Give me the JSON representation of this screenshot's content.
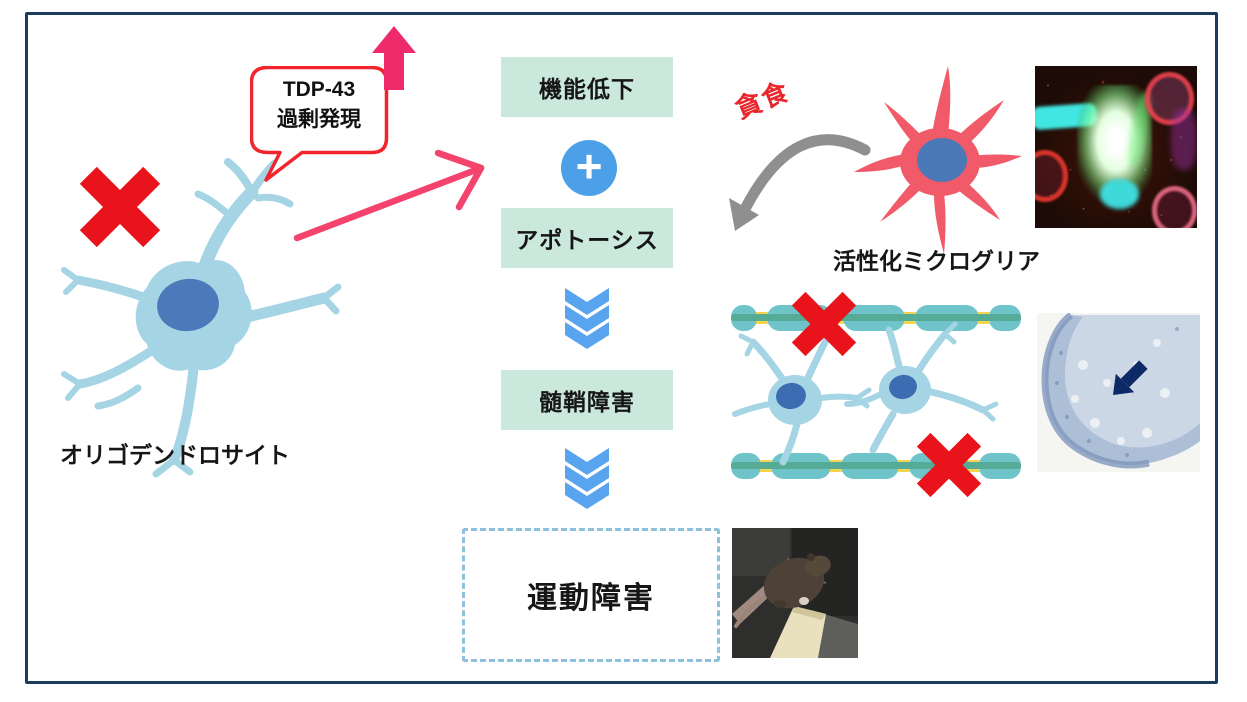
{
  "left_cell": {
    "label": "オリゴデンドロサイト",
    "bubble_line1": "TDP-43",
    "bubble_line2": "過剰発現"
  },
  "flow": {
    "box1_label": "機能低下",
    "plus_glyph": "+",
    "box2_label": "アポトーシス",
    "box3_label": "髄鞘障害",
    "box4_label": "運動障害"
  },
  "right": {
    "phagocytosis_label": "貪食",
    "microglia_label": "活性化ミクログリア"
  },
  "colors": {
    "frame_border": "#1e3a5f",
    "flow_box_bg": "#cbe8dc",
    "accent_pink": "#ee2a6b",
    "bubble_red": "#f3252c",
    "x_mark_red": "#e8131b",
    "plus_blue": "#4da0e8",
    "chevron_blue": "#58a4ee",
    "gray_arrow": "#8f8f8f",
    "cell_body_blue": "#a5d4e4",
    "nucleus_blue": "#4b79ba",
    "microglia_red": "#f15a68",
    "myelin_teal": "#6fc4c9",
    "axon_green": "#55ab96",
    "node_yellow": "#f5d54d",
    "dashed_border_blue": "#8fc0dc"
  }
}
